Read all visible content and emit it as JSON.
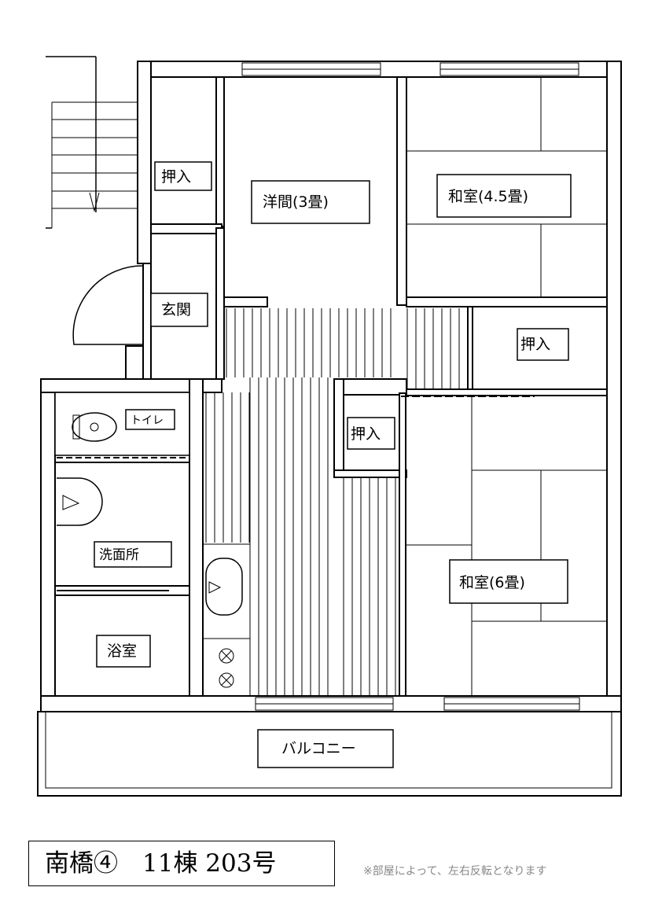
{
  "rooms": {
    "closet_1": "押入",
    "western_room": "洋間(3畳)",
    "japanese_room_small": "和室(4.5畳)",
    "closet_2": "押入",
    "entrance": "玄関",
    "toilet": "トイレ",
    "closet_3": "押入",
    "washroom": "洗面所",
    "japanese_room_large": "和室(6畳)",
    "bathroom": "浴室",
    "balcony": "バルコニー"
  },
  "title": "南橋④　11棟 203号",
  "note": "※部屋によって、左右反転となります"
}
